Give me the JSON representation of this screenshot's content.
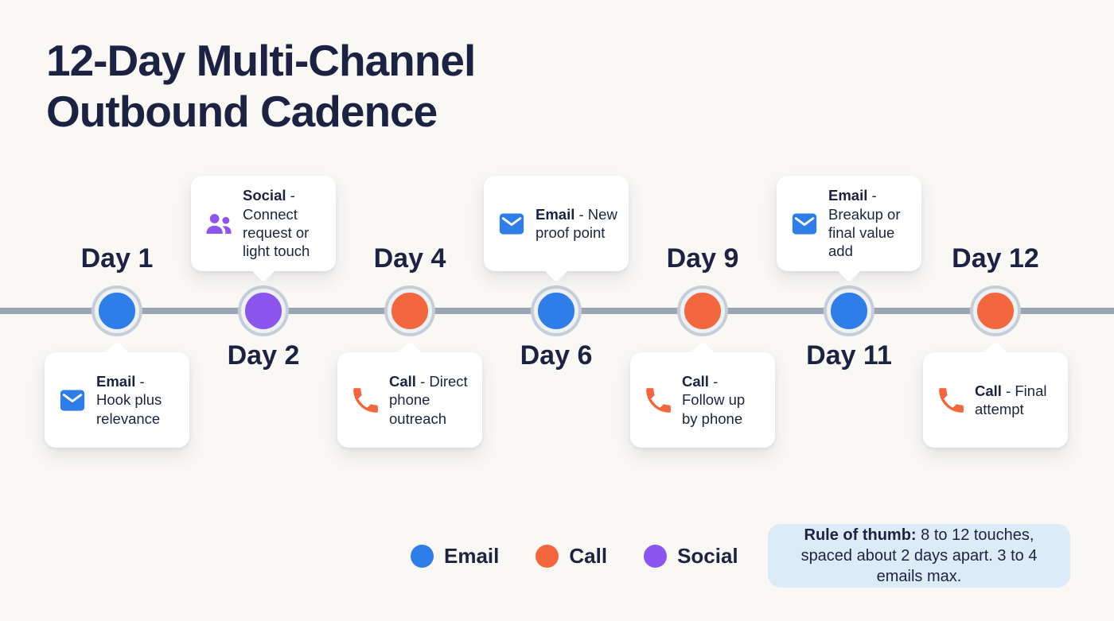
{
  "title": {
    "line1": "12-Day Multi-Channel",
    "line2": "Outbound Cadence"
  },
  "colors": {
    "background": "#faf8f5",
    "navy_text": "#1c2342",
    "timeline_line": "#9aa4b2",
    "dot_ring": "#c5ced8",
    "email": "#2e7de9",
    "call": "#f4663e",
    "social": "#8c55ee",
    "card_background": "#ffffff",
    "rule_box_background": "#dcebf8"
  },
  "timeline": {
    "items": [
      {
        "day": "Day 1",
        "bold": "Email",
        "rest": " - Hook plus relevance",
        "icon": "email-icon",
        "color": "#2e7de9",
        "card_position": "below"
      },
      {
        "day": "Day 2",
        "bold": "Social",
        "rest": " - Connect request or light touch",
        "icon": "social-icon",
        "color": "#8c55ee",
        "card_position": "above"
      },
      {
        "day": "Day 4",
        "bold": "Call",
        "rest": " - Direct phone outreach",
        "icon": "call-icon",
        "color": "#f4663e",
        "card_position": "below"
      },
      {
        "day": "Day 6",
        "bold": "Email",
        "rest": " - New proof point",
        "icon": "email-icon",
        "color": "#2e7de9",
        "card_position": "above"
      },
      {
        "day": "Day 9",
        "bold": "Call",
        "rest": " - Follow up by phone",
        "icon": "call-icon",
        "color": "#f4663e",
        "card_position": "below"
      },
      {
        "day": "Day 11",
        "bold": "Email",
        "rest": " - Breakup or final value add",
        "icon": "email-icon",
        "color": "#2e7de9",
        "card_position": "above"
      },
      {
        "day": "Day 12",
        "bold": "Call",
        "rest": " - Final attempt",
        "icon": "call-icon",
        "color": "#f4663e",
        "card_position": "below"
      }
    ]
  },
  "legend": {
    "items": [
      {
        "label": "Email",
        "color": "#2e7de9"
      },
      {
        "label": "Call",
        "color": "#f4663e"
      },
      {
        "label": "Social",
        "color": "#8c55ee"
      }
    ]
  },
  "rule": {
    "bold": "Rule of thumb:",
    "text": " 8 to 12 touches, spaced about 2 days apart. 3 to 4 emails max."
  }
}
